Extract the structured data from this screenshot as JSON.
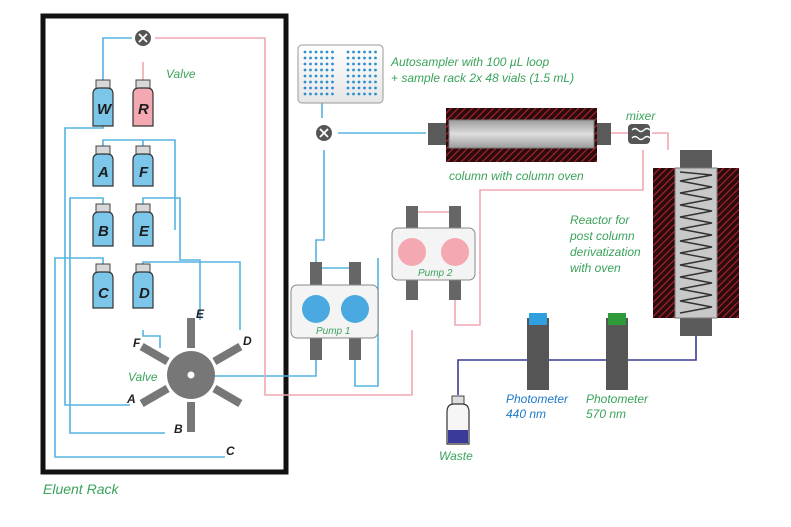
{
  "labels": {
    "eluent_rack": "Eluent Rack",
    "valve_top": "Valve",
    "valve_bottom": "Valve",
    "autosampler_line1": "Autosampler with 100 µL loop",
    "autosampler_line2": "+ sample rack 2x 48 vials (1.5 mL)",
    "column": "column with column oven",
    "mixer": "mixer",
    "reactor_line1": "Reactor for",
    "reactor_line2": "post column",
    "reactor_line3": "derivatization",
    "reactor_line4": "with oven",
    "pump1": "Pump 1",
    "pump2": "Pump 2",
    "photometer1_line1": "Photometer",
    "photometer1_line2": "440 nm",
    "photometer2_line1": "Photometer",
    "photometer2_line2": "570 nm",
    "waste": "Waste"
  },
  "bottles": {
    "w": "W",
    "r": "R",
    "a": "A",
    "f": "F",
    "b": "B",
    "e": "E",
    "c": "C",
    "d": "D"
  },
  "valve_ports": {
    "a": "A",
    "b": "B",
    "c": "C",
    "d": "D",
    "e": "E",
    "f": "F"
  },
  "colors": {
    "eluent_blue": "#7cc6ea",
    "regenerant_pink": "#f4a9b2",
    "line_blue": "#55b3e0",
    "line_pink": "#f0a8b0",
    "label_green": "#3aa35b",
    "label_blue": "#1e78c8",
    "oven_red": "#8a1e24",
    "waste_navy": "#3a3a9a"
  }
}
